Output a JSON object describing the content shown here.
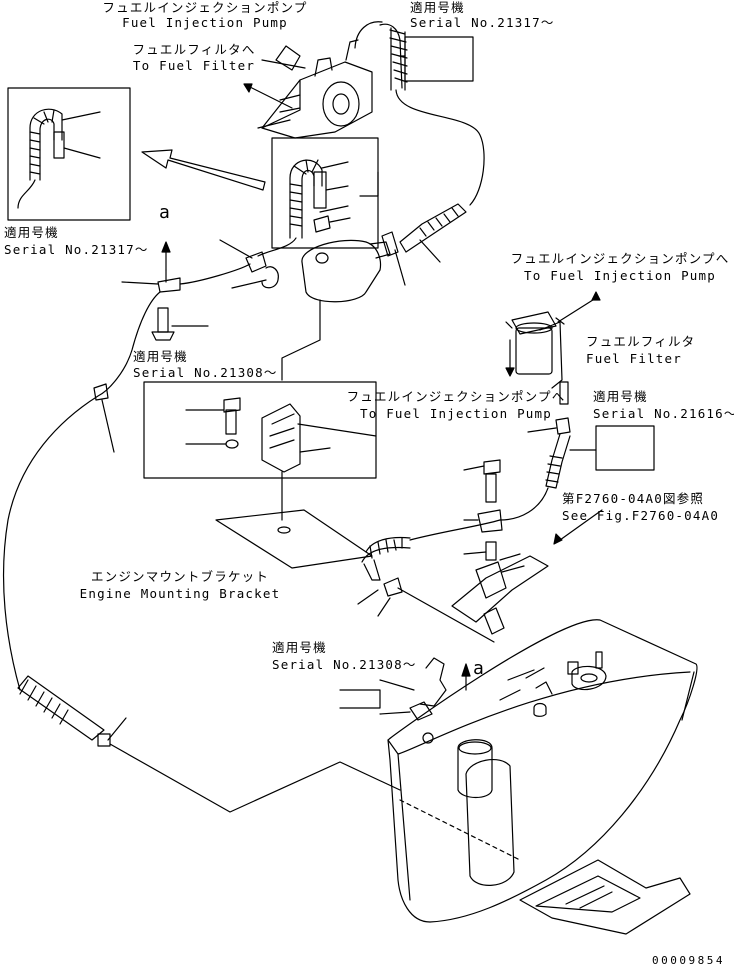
{
  "labels": {
    "top_pump_jp": "フュエルインジェクションポンプ",
    "top_pump_en": "Fuel Injection Pump",
    "to_filter_jp": "フュエルフィルタへ",
    "to_filter_en": "To Fuel Filter",
    "serial_top_jp": "適用号機",
    "serial_top_en": "Serial No.21317～",
    "serial_left_jp": "適用号機",
    "serial_left_en": "Serial No.21317～",
    "serial_mid_jp": "適用号機",
    "serial_mid_en": "Serial No.21308～",
    "to_pump_right_jp": "フュエルインジェクションポンプへ",
    "to_pump_right_en": "To Fuel Injection Pump",
    "filter_right_jp": "フュエルフィルタ",
    "filter_right_en": "Fuel Filter",
    "to_pump_mid_jp": "フュエルインジェクションポンプへ",
    "to_pump_mid_en": "To Fuel Injection Pump",
    "serial_right_jp": "適用号機",
    "serial_right_en": "Serial No.21616～",
    "see_fig_jp": "第F2760-04A0図参照",
    "see_fig_en": "See Fig.F2760-04A0",
    "bracket_jp": "エンジンマウントブラケット",
    "bracket_en": "Engine Mounting Bracket",
    "serial_bottom_jp": "適用号機",
    "serial_bottom_en": "Serial No.21308～",
    "ref_a_top": "a",
    "ref_a_bottom": "a",
    "footer_code": "00009854"
  }
}
